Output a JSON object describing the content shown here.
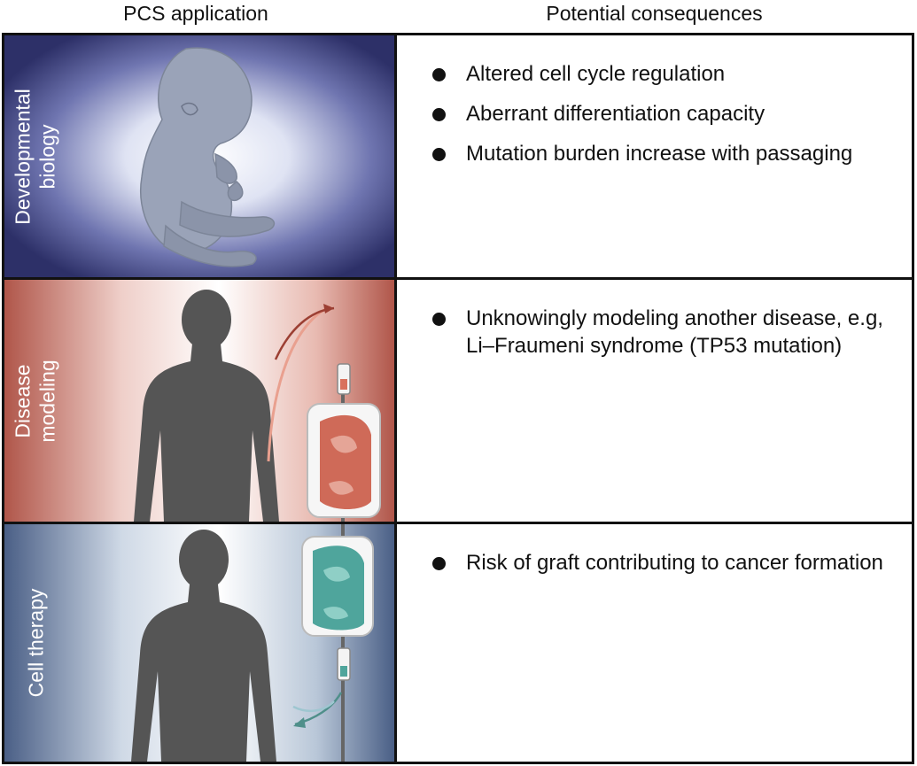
{
  "headers": {
    "left": "PCS application",
    "right": "Potential consequences"
  },
  "rows": [
    {
      "label_lines": [
        "Developmental",
        "biology"
      ],
      "bullets": [
        "Altered cell cycle regulation",
        "Aberrant differentiation capacity",
        "Mutation burden increase with passaging"
      ],
      "bg_colors": [
        "#ffffff",
        "#2d3068"
      ]
    },
    {
      "label_lines": [
        "Disease",
        "modeling"
      ],
      "bullets": [
        "Unknowingly modeling another disease, e.g, Li–Fraumeni syndrome (TP53 mutation)"
      ],
      "bg_colors": [
        "#ffffff",
        "#b0564a"
      ]
    },
    {
      "label_lines": [
        "Cell therapy"
      ],
      "bullets": [
        "Risk of graft contributing to cancer formation"
      ],
      "bg_colors": [
        "#ffffff",
        "#4a5f86"
      ]
    }
  ],
  "icons": [
    "embryo-icon",
    "human-silhouette-icon",
    "blood-bag-icon",
    "cell-bag-icon",
    "arrow-icon"
  ]
}
